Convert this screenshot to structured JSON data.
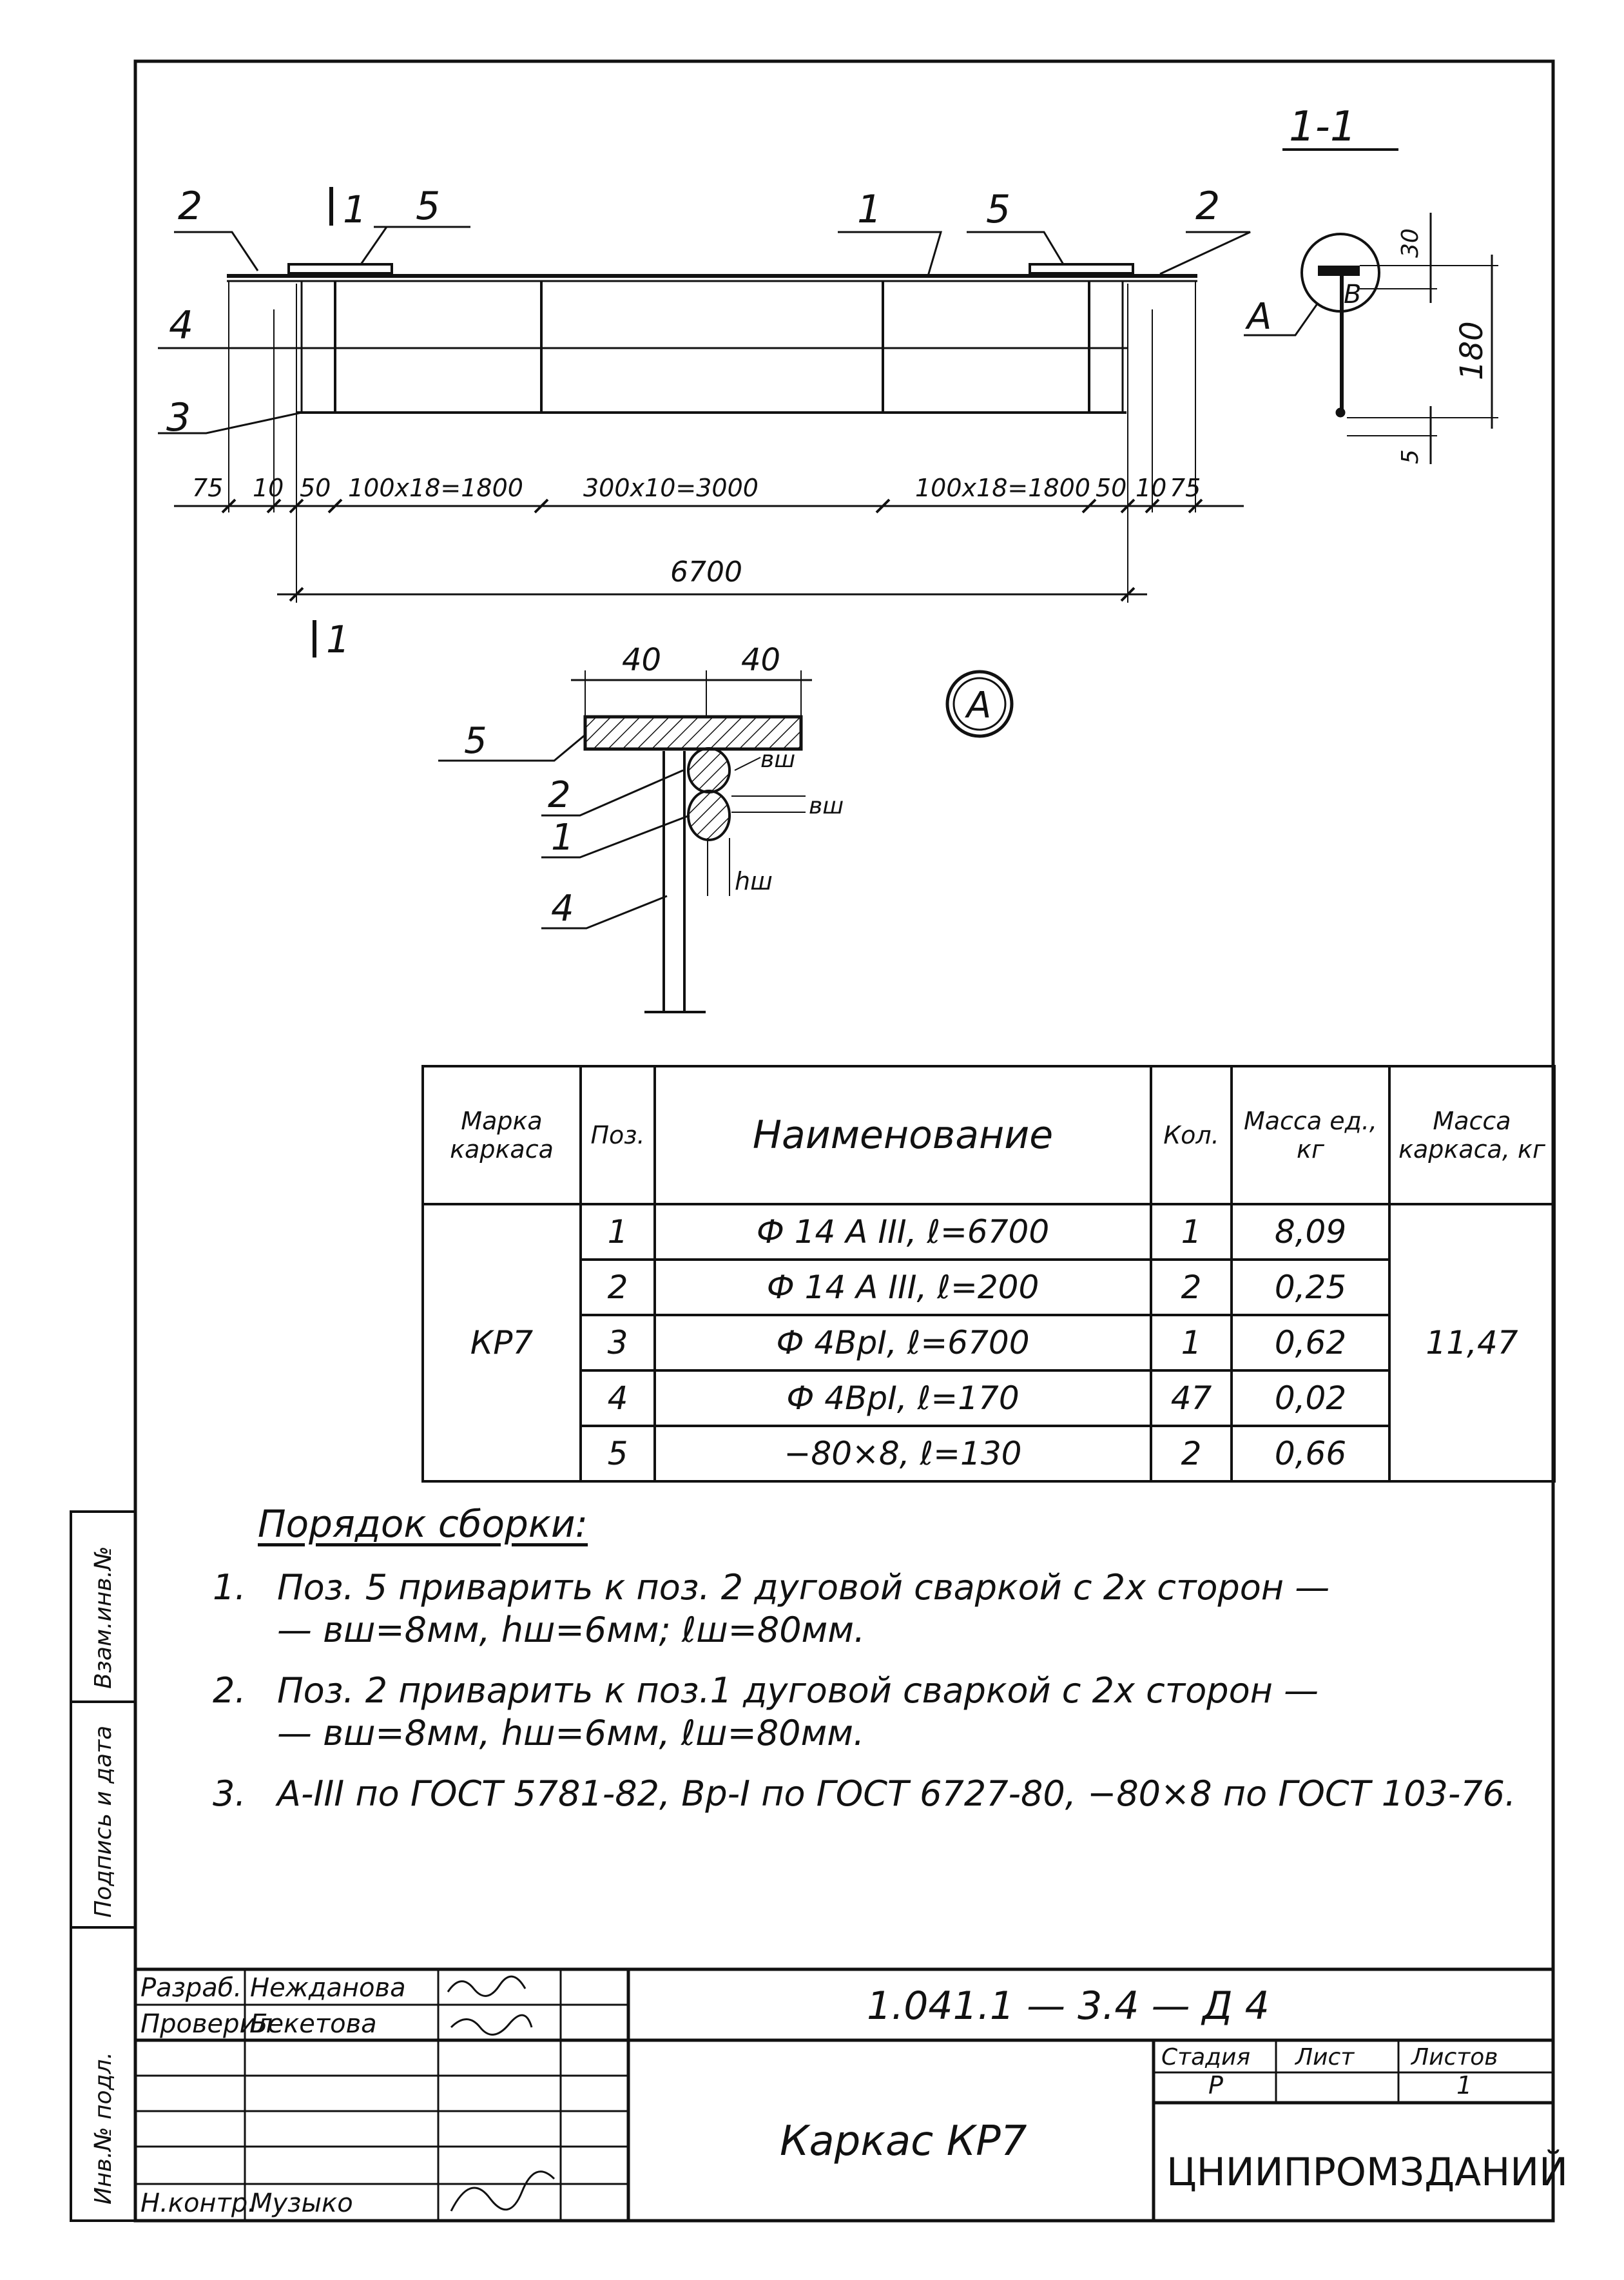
{
  "drawing": {
    "section_label": "1-1",
    "section_cut_labels": [
      "1",
      "1"
    ],
    "callouts": {
      "top_left_2": "2",
      "top_1": "1",
      "top_5_left": "5",
      "top_5_right": "5",
      "top_2_right": "2",
      "left_4": "4",
      "left_3": "3"
    },
    "dims": {
      "d75a": "75",
      "d10a": "10",
      "d50a": "50",
      "seg1": "100x18=1800",
      "seg2": "300x10=3000",
      "seg3": "100x18=1800",
      "d50b": "50",
      "d10b": "10",
      "d75b": "75",
      "total": "6700"
    },
    "section": {
      "a_label": "A",
      "b_label": "B",
      "d30": "30",
      "d180": "180",
      "d5": "5"
    },
    "detail": {
      "marker": "A",
      "d40a": "40",
      "d40b": "40",
      "labels": [
        "5",
        "2",
        "1",
        "4"
      ],
      "bw1": "вш",
      "bw2": "вш",
      "hw": "hш"
    }
  },
  "bom": {
    "headers": {
      "mark": "Марка каркаса",
      "pos": "Поз.",
      "name": "Наименование",
      "qty": "Кол.",
      "unit_mass": "Масса ед., кг",
      "frame_mass": "Масса каркаса, кг"
    },
    "frame_mark": "КР7",
    "frame_mass": "11,47",
    "rows": [
      {
        "pos": "1",
        "name": "Ф 14 A III, ℓ=6700",
        "qty": "1",
        "mass": "8,09"
      },
      {
        "pos": "2",
        "name": "Ф 14 A III, ℓ=200",
        "qty": "2",
        "mass": "0,25"
      },
      {
        "pos": "3",
        "name": "Ф 4BpI, ℓ=6700",
        "qty": "1",
        "mass": "0,62"
      },
      {
        "pos": "4",
        "name": "Ф 4BpI, ℓ=170",
        "qty": "47",
        "mass": "0,02"
      },
      {
        "pos": "5",
        "name": "−80×8, ℓ=130",
        "qty": "2",
        "mass": "0,66"
      }
    ]
  },
  "notes": {
    "title": "Порядок сборки:",
    "items": [
      {
        "n": "1.",
        "l1": "Поз. 5 приварить к поз. 2 дуговой сваркой с 2х сторон —",
        "l2": "— вш=8мм, hш=6мм; ℓш=80мм."
      },
      {
        "n": "2.",
        "l1": "Поз. 2 приварить к поз.1 дуговой сваркой с 2х сторон —",
        "l2": "— вш=8мм, hш=6мм, ℓш=80мм."
      },
      {
        "n": "3.",
        "l1": "A-III по ГОСТ 5781-82, Bp-I по ГОСТ 6727-80, −80×8 по ГОСТ 103-76.",
        "l2": ""
      }
    ]
  },
  "title_block": {
    "razrab_label": "Разраб.",
    "razrab_name": "Нежданова",
    "proveril_label": "Проверил",
    "proveril_name": "Бекетова",
    "nkontr_label": "Н.контр.",
    "nkontr_name": "Музыко",
    "doc_code": "1.041.1 — 3.4 — Д 4",
    "title": "Каркас КР7",
    "stadia_label": "Стадия",
    "list_label": "Лист",
    "listov_label": "Листов",
    "stadia_value": "Р",
    "listov_value": "1",
    "org": "ЦНИИПРОМЗДАНИЙ"
  },
  "side_stamp": {
    "vzam": "Взам.инв.№",
    "podp": "Подпись и дата",
    "inv": "Инв.№ подл."
  }
}
